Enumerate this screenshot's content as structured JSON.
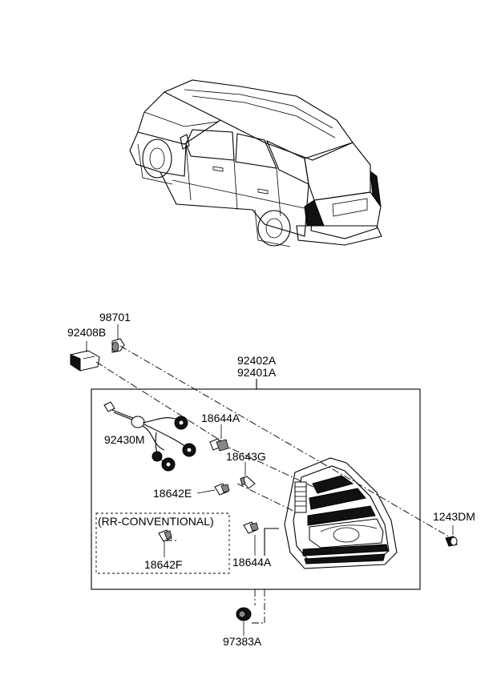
{
  "parts": [
    {
      "id": "p_98701",
      "label": "98701"
    },
    {
      "id": "p_92408B",
      "label": "92408B"
    },
    {
      "id": "p_92402A",
      "label": "92402A"
    },
    {
      "id": "p_92401A",
      "label": "92401A"
    },
    {
      "id": "p_18644A_top",
      "label": "18644A"
    },
    {
      "id": "p_92430M",
      "label": "92430M"
    },
    {
      "id": "p_18643G",
      "label": "18643G"
    },
    {
      "id": "p_18642E",
      "label": "18642E"
    },
    {
      "id": "p_1243DM",
      "label": "1243DM"
    },
    {
      "id": "p_rr_conventional",
      "label": "(RR-CONVENTIONAL)"
    },
    {
      "id": "p_18642F",
      "label": "18642F"
    },
    {
      "id": "p_18644A_bottom",
      "label": "18644A"
    },
    {
      "id": "p_97383A",
      "label": "97383A"
    }
  ]
}
